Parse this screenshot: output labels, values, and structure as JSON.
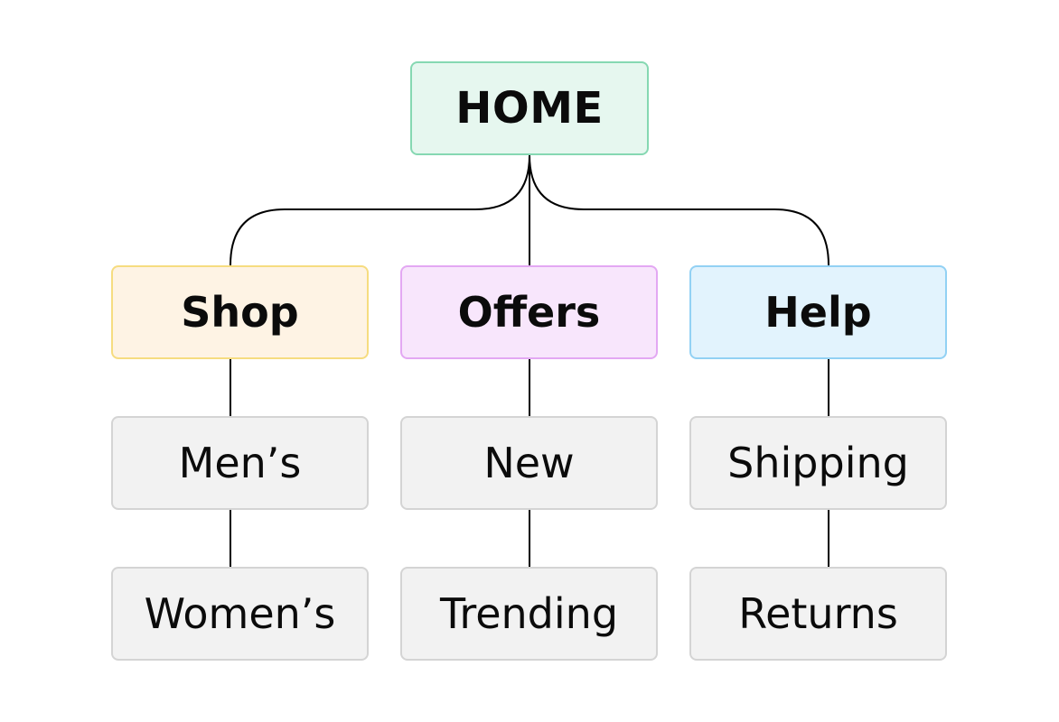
{
  "root": {
    "label": "HOME",
    "fill": "#e6f7ef",
    "border": "#86d8b2"
  },
  "sections": [
    {
      "label": "Shop",
      "fill": "#fef3e4",
      "border": "#f6dc80",
      "children": [
        {
          "label": "Men’s"
        },
        {
          "label": "Women’s"
        }
      ]
    },
    {
      "label": "Offers",
      "fill": "#f8e6fc",
      "border": "#e3a8f3",
      "children": [
        {
          "label": "New"
        },
        {
          "label": "Trending"
        }
      ]
    },
    {
      "label": "Help",
      "fill": "#e2f3fd",
      "border": "#92d1f4",
      "children": [
        {
          "label": "Shipping"
        },
        {
          "label": "Returns"
        }
      ]
    }
  ],
  "leaf_style": {
    "fill": "#f2f2f2",
    "border": "#d4d4d4"
  },
  "connector_color": "#000000"
}
